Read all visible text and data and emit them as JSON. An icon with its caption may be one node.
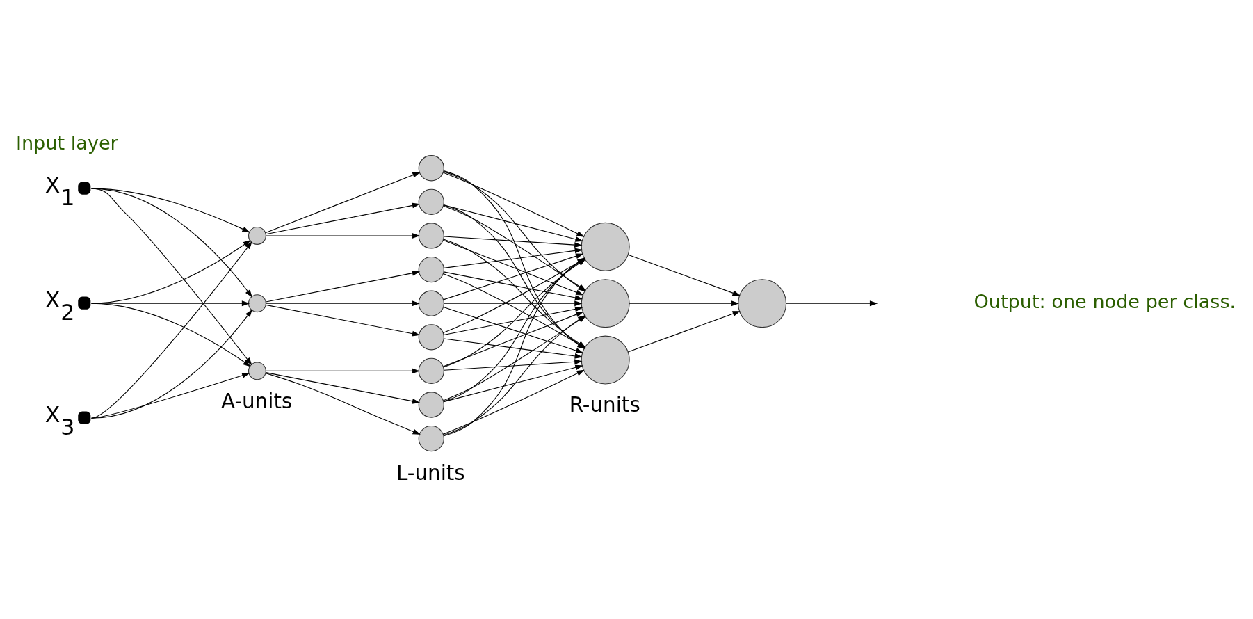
{
  "diagram": {
    "nodes": [
      {
        "text": [],
        "shape": "circle",
        "beside": [
          "X$_{1}$"
        ]
      },
      {
        "text": [],
        "shape": "circle",
        "beside": [
          "X$_{2}$"
        ]
      },
      {
        "text": [],
        "shape": "circle",
        "beside": [
          "X$_{3}$"
        ]
      },
      {
        "text": [],
        "shape": "circle"
      },
      {
        "text": [],
        "shape": "circle"
      },
      {
        "text": [],
        "shape": "circle"
      },
      {
        "text": [],
        "shape": "circle"
      },
      {
        "text": [],
        "shape": "circle"
      },
      {
        "text": [],
        "shape": "circle"
      },
      {
        "text": [],
        "shape": "circle"
      },
      {
        "text": [],
        "shape": "circle"
      },
      {
        "text": [],
        "shape": "circle"
      },
      {
        "text": [],
        "shape": "circle"
      },
      {
        "text": [],
        "shape": "circle"
      },
      {
        "text": [],
        "shape": "circle"
      },
      {
        "text": [],
        "shape": "circle"
      },
      {
        "text": [],
        "shape": "circle"
      },
      {
        "text": [],
        "shape": "circle"
      },
      {
        "text": [],
        "shape": "circle"
      }
    ],
    "edges": [
      {
        "from": 0,
        "to": 3,
        "arrow": "to"
      },
      {
        "from": 0,
        "to": 4,
        "arrow": "to"
      },
      {
        "from": 0,
        "to": 5,
        "arrow": "to"
      },
      {
        "from": 1,
        "to": 3,
        "arrow": "to"
      },
      {
        "from": 1,
        "to": 4,
        "arrow": "to"
      },
      {
        "from": 1,
        "to": 5,
        "arrow": "to"
      },
      {
        "from": 2,
        "to": 3,
        "arrow": "to"
      },
      {
        "from": 2,
        "to": 4,
        "arrow": "to"
      },
      {
        "from": 2,
        "to": 5,
        "arrow": "to"
      },
      {
        "from": 3,
        "to": 6,
        "arrow": "to"
      },
      {
        "from": 3,
        "to": 7,
        "arrow": "to"
      },
      {
        "from": 3,
        "to": 8,
        "arrow": "to"
      },
      {
        "from": 4,
        "to": 9,
        "arrow": "to"
      },
      {
        "from": 4,
        "to": 10,
        "arrow": "to"
      },
      {
        "from": 4,
        "to": 11,
        "arrow": "to"
      },
      {
        "from": 5,
        "to": 12,
        "arrow": "to"
      },
      {
        "from": 5,
        "to": 13,
        "arrow": "to"
      },
      {
        "from": 5,
        "to": 14,
        "arrow": "to"
      },
      {
        "from": 6,
        "to": 15,
        "arrow": "to"
      },
      {
        "from": 6,
        "to": 16,
        "arrow": "to"
      },
      {
        "from": 6,
        "to": 17,
        "arrow": "to"
      },
      {
        "from": 7,
        "to": 15,
        "arrow": "to"
      },
      {
        "from": 7,
        "to": 16,
        "arrow": "to"
      },
      {
        "from": 7,
        "to": 17,
        "arrow": "to"
      },
      {
        "from": 8,
        "to": 15,
        "arrow": "to"
      },
      {
        "from": 8,
        "to": 16,
        "arrow": "to"
      },
      {
        "from": 8,
        "to": 17,
        "arrow": "to"
      },
      {
        "from": 9,
        "to": 15,
        "arrow": "to"
      },
      {
        "from": 9,
        "to": 16,
        "arrow": "to"
      },
      {
        "from": 9,
        "to": 17,
        "arrow": "to"
      },
      {
        "from": 10,
        "to": 15,
        "arrow": "to"
      },
      {
        "from": 10,
        "to": 16,
        "arrow": "to"
      },
      {
        "from": 10,
        "to": 17,
        "arrow": "to"
      },
      {
        "from": 11,
        "to": 15,
        "arrow": "to"
      },
      {
        "from": 11,
        "to": 16,
        "arrow": "to"
      },
      {
        "from": 11,
        "to": 17,
        "arrow": "to"
      },
      {
        "from": 12,
        "to": 15,
        "arrow": "to"
      },
      {
        "from": 12,
        "to": 16,
        "arrow": "to"
      },
      {
        "from": 12,
        "to": 17,
        "arrow": "to"
      },
      {
        "from": 13,
        "to": 15,
        "arrow": "to"
      },
      {
        "from": 13,
        "to": 16,
        "arrow": "to"
      },
      {
        "from": 13,
        "to": 17,
        "arrow": "to"
      },
      {
        "from": 14,
        "to": 15,
        "arrow": "to"
      },
      {
        "from": 14,
        "to": 16,
        "arrow": "to"
      },
      {
        "from": 14,
        "to": 17,
        "arrow": "to"
      },
      {
        "from": 15,
        "to": 18,
        "arrow": "to"
      },
      {
        "from": 16,
        "to": 18,
        "arrow": "to"
      },
      {
        "from": 17,
        "to": 18,
        "arrow": "to"
      },
      {
        "from": 18,
        "to": null,
        "arrow": "to"
      }
    ],
    "labels": [
      "Input layer",
      "A-units",
      "L-units",
      "R-units",
      "Output: one node per class."
    ]
  }
}
